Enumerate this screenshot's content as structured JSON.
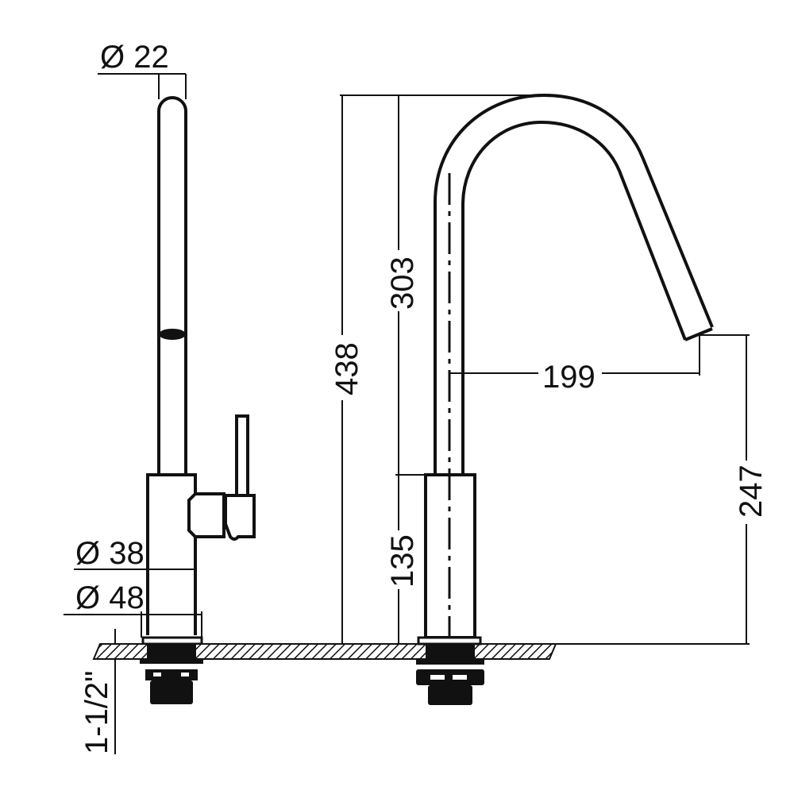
{
  "drawing": {
    "subject": "Kitchen faucet dimensional drawing",
    "views": [
      "side-view",
      "front-view"
    ],
    "colors": {
      "line": "#111111",
      "background": "#ffffff"
    }
  },
  "dimensions": {
    "spout_diameter": "Ø 22",
    "body_diameter": "Ø 38",
    "base_diameter": "Ø 48",
    "thread_size": "1-1/2\"",
    "total_height": "438",
    "spout_height": "303",
    "body_height": "135",
    "reach": "199",
    "outlet_height": "247"
  }
}
